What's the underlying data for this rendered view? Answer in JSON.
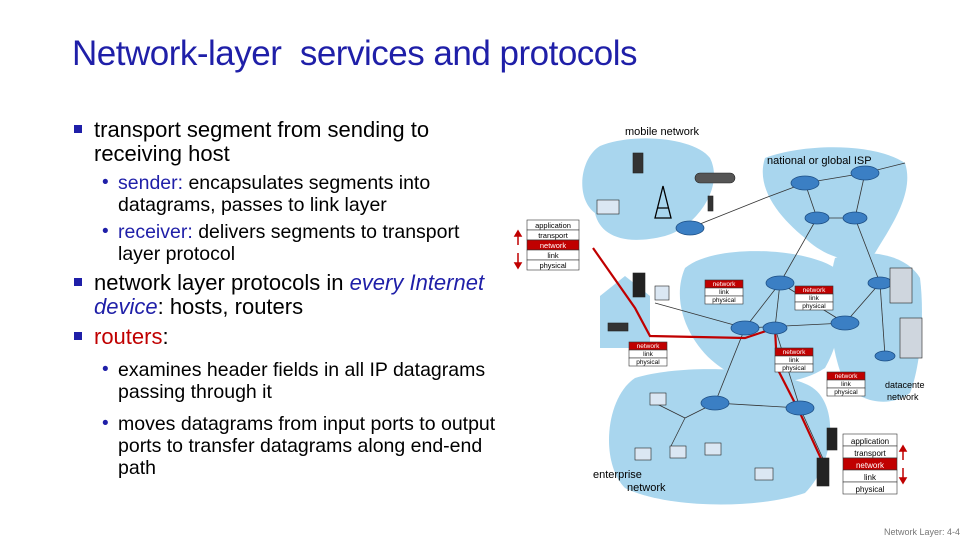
{
  "slide": {
    "title": "Network-layer  services and protocols",
    "footer": "Network Layer: 4-4"
  },
  "bullets": {
    "b1": "transport segment from sending to receiving host",
    "b1a_label": "sender:",
    "b1a_text": " encapsulates segments into datagrams, passes to link layer",
    "b1b_label": "receiver:",
    "b1b_text": " delivers segments to transport layer protocol",
    "b2_pre": "network layer protocols in ",
    "b2_em": "every Internet device",
    "b2_post": ": hosts, routers",
    "b3_label": "routers",
    "b3_colon": ":",
    "b3a": "examines header fields in all IP datagrams passing through it",
    "b3b": "moves datagrams from input ports to output ports to transfer datagrams along end-end path"
  },
  "diagram": {
    "labels": {
      "mobile": "mobile network",
      "isp": "national or global ISP",
      "enterprise1": "enterprise",
      "enterprise2": "network",
      "datacenter1": "datacenter",
      "datacenter2": "network"
    },
    "stack_full": [
      "application",
      "transport",
      "network",
      "link",
      "physical"
    ],
    "stack_router": [
      "network",
      "link",
      "physical"
    ],
    "colors": {
      "cloud": "#a9d6ee",
      "accent": "#c00000",
      "router": "#3b7fc4",
      "path": "#c00000"
    }
  }
}
